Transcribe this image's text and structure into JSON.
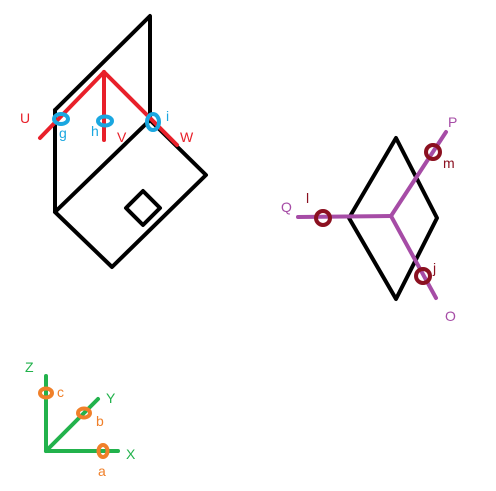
{
  "labels": {
    "U": "U",
    "V": "V",
    "W": "W",
    "g": "g",
    "h": "h",
    "i": "i",
    "P": "P",
    "Q": "Q",
    "O": "O",
    "m": "m",
    "l": "l",
    "j": "j",
    "X": "X",
    "Y": "Y",
    "Z": "Z",
    "a": "a",
    "b": "b",
    "c": "c"
  },
  "colors": {
    "outline": "#000000",
    "red_projection": "#e8202a",
    "blue_markers": "#1aa7e0",
    "purple_projection": "#a64ca6",
    "darkred_markers": "#8b1020",
    "green_axes": "#22b24c",
    "orange_markers": "#f0802a"
  }
}
